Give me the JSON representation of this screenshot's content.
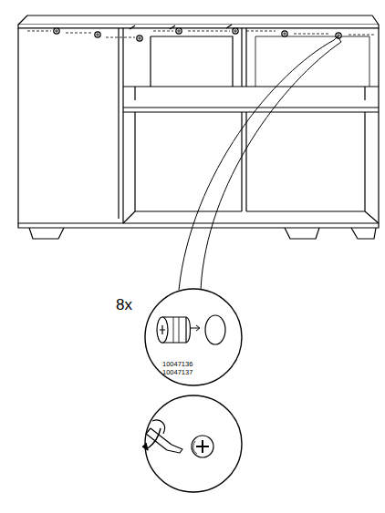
{
  "diagram": {
    "labels": [
      "8x",
      "10047136",
      "10047137"
    ]
  }
}
